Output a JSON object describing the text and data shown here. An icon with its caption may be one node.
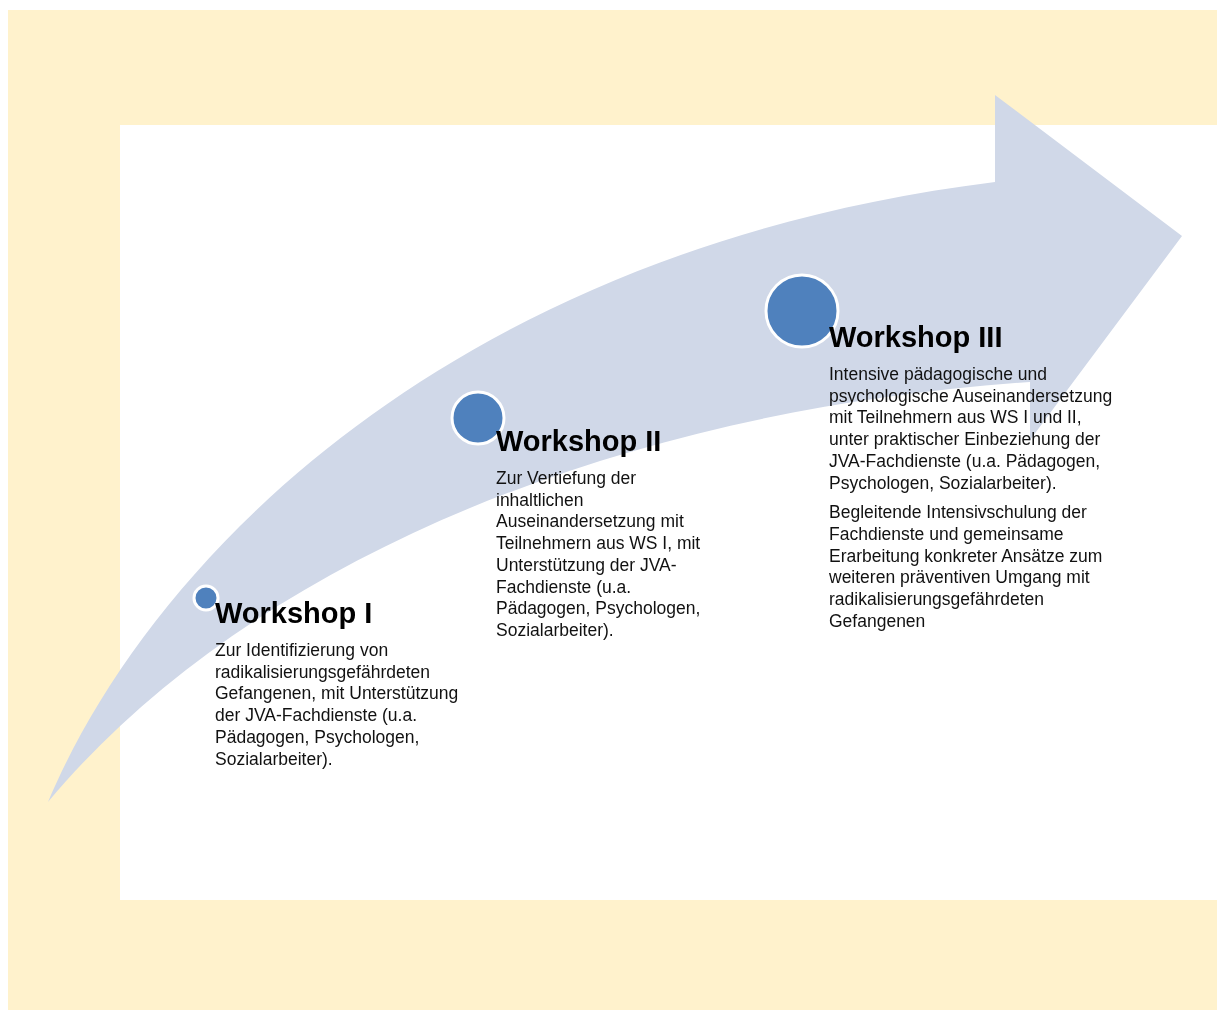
{
  "diagram": {
    "nodes": [
      {
        "text": [
          "Workshop I",
          "Zur Identifizierung von radikalisierungsgefährdeten Gefangenen, mit Unterstützung der JVA-Fachdienste (u.a. Pädagogen, Psychologen, Sozialarbeiter)."
        ]
      },
      {
        "text": [
          "Workshop II",
          "Zur Vertiefung der inhaltlichen Auseinandersetzung mit Teilnehmern aus WS I, mit Unterstützung der JVA-Fachdienste (u.a. Pädagogen, Psychologen, Sozialarbeiter)."
        ]
      },
      {
        "text": [
          "Workshop III",
          "Intensive pädagogische und psychologische Auseinandersetzung mit Teilnehmern aus WS I und II, unter praktischer Einbeziehung der JVA-Fachdienste (u.a. Pädagogen, Psychologen, Sozialarbeiter).",
          "Begleitende Intensivschulung der Fachdienste und gemeinsame Erarbeitung konkreter Ansätze zum weiteren präventiven Umgang mit radikalisierungsgefährdeten Gefangenen"
        ]
      }
    ]
  }
}
